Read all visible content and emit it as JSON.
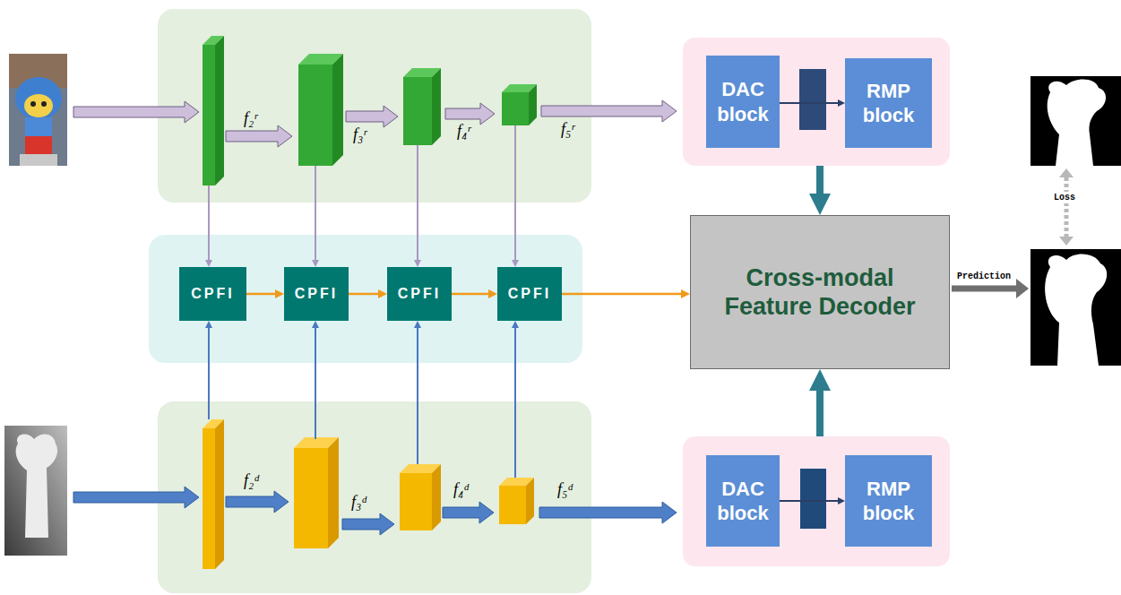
{
  "diagram": {
    "nodes": [
      {
        "text": []
      },
      {
        "text": [
          "DAC block"
        ],
        "in": 0
      },
      {
        "text": [
          "RMP block"
        ],
        "in": 0
      },
      {
        "text": []
      },
      {
        "text": [
          "CPFI"
        ],
        "in": 3
      },
      {
        "text": [
          "CPFI"
        ],
        "in": 3
      },
      {
        "text": [
          "CPFI"
        ],
        "in": 3
      },
      {
        "text": [
          "CPFI"
        ],
        "in": 3
      },
      {
        "text": [
          "Cross-modal Feature Decoder"
        ]
      },
      {
        "text": []
      },
      {
        "text": [
          "DAC block"
        ],
        "in": 9
      },
      {
        "text": [
          "RMP block"
        ],
        "in": 9
      }
    ],
    "edges": [
      {
        "from": 1,
        "to": 2,
        "arrow": "to"
      },
      {
        "from": 4,
        "to": 5,
        "arrow": "to"
      },
      {
        "from": 5,
        "to": 6,
        "arrow": "to"
      },
      {
        "from": 6,
        "to": 7,
        "arrow": "to"
      },
      {
        "from": 7,
        "to": 8,
        "arrow": "to"
      },
      {
        "from": 0,
        "to": 8,
        "arrow": "to"
      },
      {
        "from": 9,
        "to": 8,
        "arrow": "to"
      },
      {
        "from": 10,
        "to": 11,
        "arrow": "to"
      }
    ],
    "labels": [
      "f₂ʳ",
      "f₃ʳ",
      "f₄ʳ",
      "f₅ʳ",
      "f₂ᵈ",
      "f₃ᵈ",
      "f₄ᵈ",
      "f₅ᵈ",
      "Prediction",
      "Loss"
    ]
  }
}
